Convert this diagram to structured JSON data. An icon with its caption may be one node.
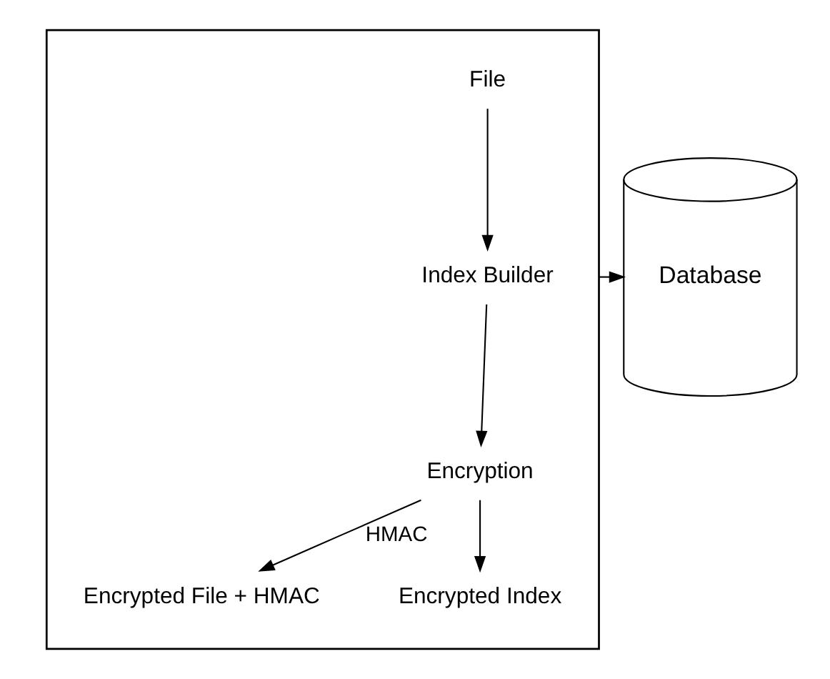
{
  "diagram": {
    "nodes": [
      {
        "text": [],
        "shape": "box"
      },
      {
        "text": [
          "File"
        ],
        "in": 0
      },
      {
        "text": [
          "Index Builder"
        ],
        "in": 0
      },
      {
        "text": [
          "Encryption"
        ],
        "in": 0
      },
      {
        "text": [
          "Encrypted File + HMAC"
        ],
        "in": 0
      },
      {
        "text": [
          "Encrypted Index"
        ],
        "in": 0
      },
      {
        "text": [
          "Database"
        ]
      }
    ],
    "edges": [
      {
        "from": 1,
        "to": 2,
        "arrow": "to"
      },
      {
        "from": 2,
        "to": 3,
        "arrow": "to"
      },
      {
        "from": 3,
        "to": 4,
        "label": "HMAC",
        "arrow": "to"
      },
      {
        "from": 3,
        "to": 5,
        "arrow": "to"
      },
      {
        "from": 0,
        "to": 6,
        "arrow": "to"
      }
    ]
  }
}
